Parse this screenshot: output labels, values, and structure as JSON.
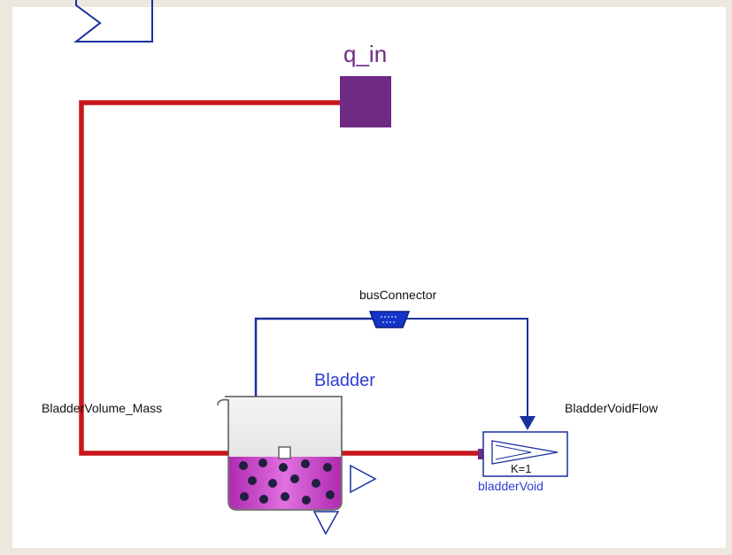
{
  "canvas": {
    "background": "#ffffff",
    "frame_color": "#ece8df"
  },
  "labels": {
    "q_in": "q_in",
    "bus_connector": "busConnector",
    "bladder": "Bladder",
    "bladder_volume_mass": "BladderVolume_Mass",
    "bladder_void_flow": "BladderVoidFlow",
    "gain_k": "K=1",
    "bladder_void": "bladderVoid"
  },
  "colors": {
    "flow_line": "#c8161d",
    "signal_line": "#1a2f9e",
    "port_purple": "#6f2a84",
    "label_purple": "#6f2a84",
    "label_blue": "#2f3fd0",
    "fluid_magenta": "#c83cc8",
    "bus_blue": "#1436c8"
  },
  "icons": {
    "input_connector": "input-arrow-icon",
    "flow_port": "flow-port-icon",
    "bus_connector": "bus-connector-icon",
    "beaker": "beaker-icon",
    "gain_block": "gain-block-icon"
  }
}
